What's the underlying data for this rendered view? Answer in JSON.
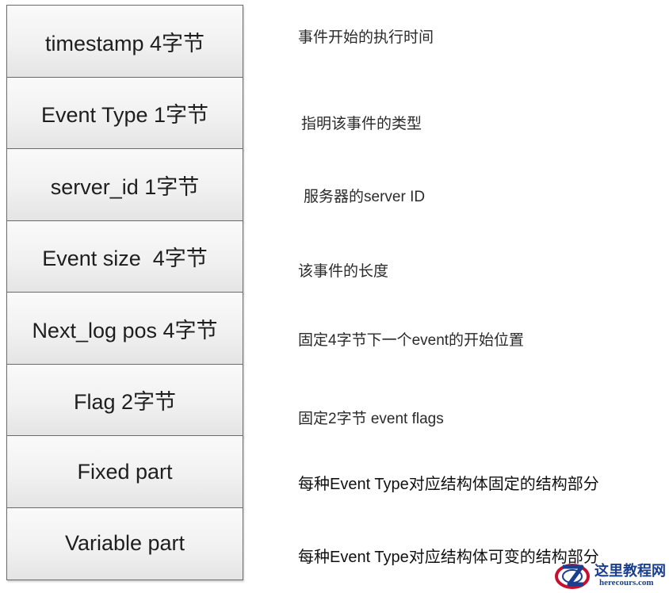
{
  "fields": [
    {
      "label": "timestamp 4字节",
      "description": "事件开始的执行时间"
    },
    {
      "label": "Event Type 1字节",
      "description": "指明该事件的类型"
    },
    {
      "label": "server_id 1字节",
      "description": "服务器的server ID"
    },
    {
      "label": "Event size  4字节",
      "description": "该事件的长度"
    },
    {
      "label": "Next_log pos 4字节",
      "description": "固定4字节下一个event的开始位置"
    },
    {
      "label": "Flag 2字节",
      "description": "固定2字节 event flags"
    },
    {
      "label": "Fixed part",
      "description": "每种Event Type对应结构体固定的结构部分"
    },
    {
      "label": "Variable part",
      "description": "每种Event Type对应结构体可变的结构部分"
    }
  ],
  "watermark": {
    "title": "这里教程网",
    "url": "herecours.com"
  }
}
